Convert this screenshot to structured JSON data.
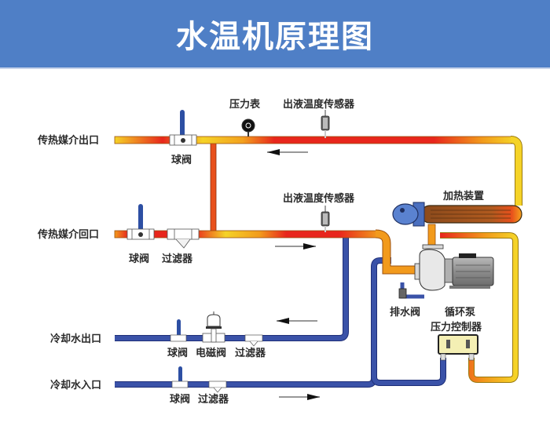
{
  "title": "水温机原理图",
  "colors": {
    "banner": "#4f7fc6",
    "hot_pipe_red": "#e8261c",
    "hot_pipe_yellow": "#f5d327",
    "hot_pipe_orange": "#f29a1c",
    "cold_pipe": "#3a52a8",
    "valve_handle": "#2d4fa3"
  },
  "labels": {
    "heat_medium_outlet": "传热媒介出口",
    "heat_medium_return": "传热媒介回口",
    "cooling_water_outlet": "冷却水出口",
    "cooling_water_inlet": "冷却水入口",
    "pressure_gauge": "压力表",
    "outlet_temp_sensor_top": "出液温度传感器",
    "outlet_temp_sensor_mid": "出液温度传感器",
    "heater": "加热装置",
    "ball_valve_top": "球阀",
    "ball_valve_return": "球阀",
    "filter_return": "过滤器",
    "drain_valve": "排水阀",
    "circulation_pump": "循环泵",
    "pressure_controller": "压力控制器",
    "ball_valve_cool_out": "球阀",
    "solenoid_valve": "电磁阀",
    "filter_cool_out": "过滤器",
    "ball_valve_cool_in": "球阀",
    "filter_cool_in": "过滤器"
  },
  "flow_arrows": [
    {
      "line": "heat_medium_outlet",
      "direction": "left"
    },
    {
      "line": "heat_medium_return",
      "direction": "right"
    },
    {
      "line": "cooling_water_outlet",
      "direction": "left"
    },
    {
      "line": "cooling_water_inlet",
      "direction": "right"
    }
  ]
}
